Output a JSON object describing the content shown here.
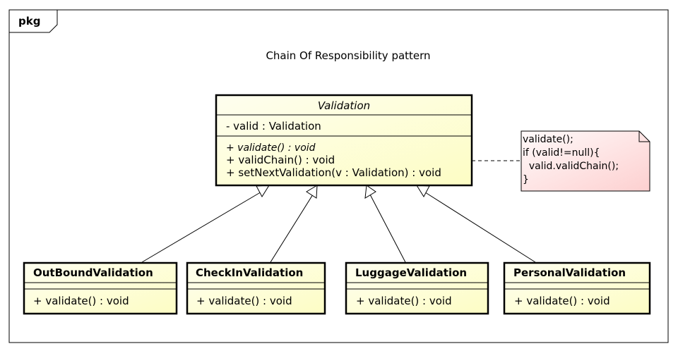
{
  "package": {
    "label": "pkg",
    "title": "Chain Of Responsibility pattern"
  },
  "base_class": {
    "name": "Validation",
    "attributes": [
      "- valid : Validation"
    ],
    "operations": [
      "+ validate() : void",
      "+ validChain() : void",
      "+ setNextValidation(v : Validation) : void"
    ]
  },
  "subclasses": [
    {
      "name": "OutBoundValidation",
      "operation": "+ validate() : void"
    },
    {
      "name": "CheckInValidation",
      "operation": "+ validate() : void"
    },
    {
      "name": "LuggageValidation",
      "operation": "+ validate() : void"
    },
    {
      "name": "PersonalValidation",
      "operation": "+ validate() : void"
    }
  ],
  "note": {
    "lines": [
      "validate();",
      "if (valid!=null){",
      "  valid.validChain();",
      "}"
    ]
  },
  "colors": {
    "class_fill_start": "#fefeef",
    "class_fill_end": "#fdfdc4",
    "note_fill_start": "#fffafa",
    "note_fill_end": "#fdd0d0",
    "line": "#000000"
  }
}
